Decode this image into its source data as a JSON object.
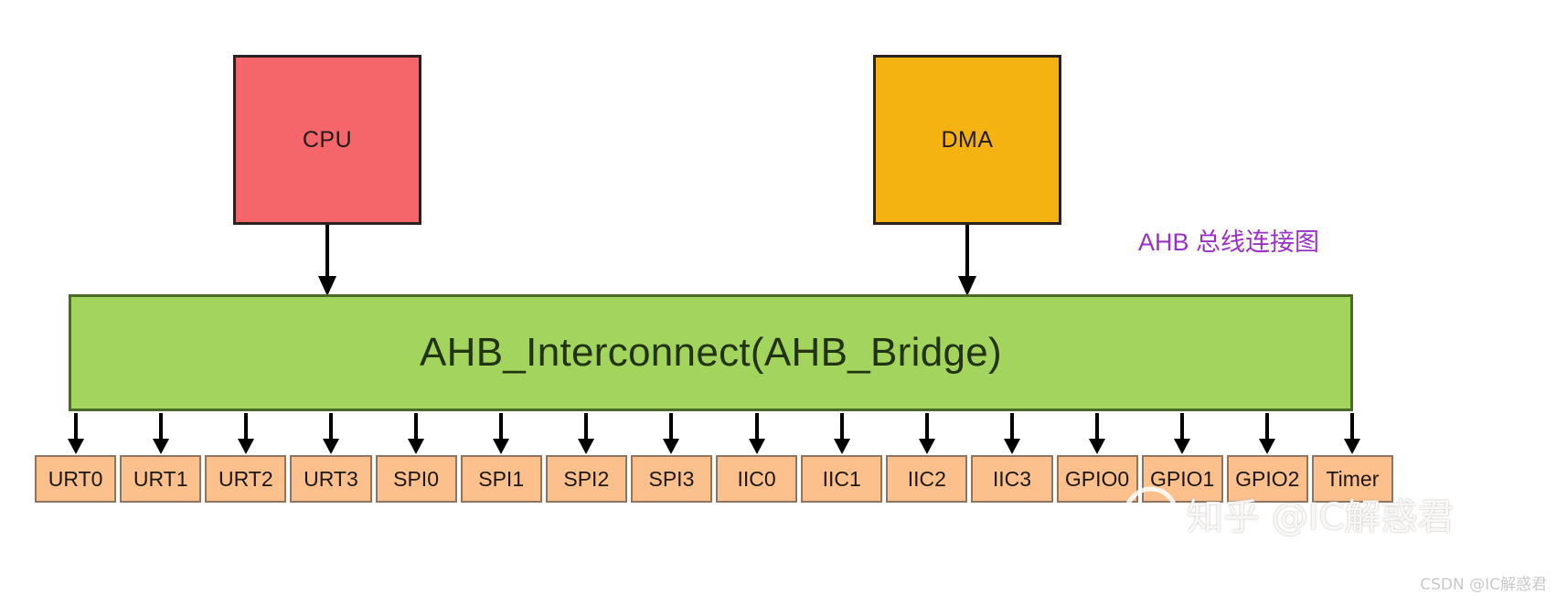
{
  "diagram": {
    "caption": "AHB 总线连接图",
    "caption_color": "#9b30c9",
    "masters": [
      {
        "label": "CPU",
        "color": "#f4666a"
      },
      {
        "label": "DMA",
        "color": "#f5b311"
      }
    ],
    "bus": {
      "label": "AHB_Interconnect(AHB_Bridge)",
      "color": "#a2d45e",
      "border_color": "#4a6a28"
    },
    "peripherals": [
      {
        "label": "URT0"
      },
      {
        "label": "URT1"
      },
      {
        "label": "URT2"
      },
      {
        "label": "URT3"
      },
      {
        "label": "SPI0"
      },
      {
        "label": "SPI1"
      },
      {
        "label": "SPI2"
      },
      {
        "label": "SPI3"
      },
      {
        "label": "IIC0"
      },
      {
        "label": "IIC1"
      },
      {
        "label": "IIC2"
      },
      {
        "label": "IIC3"
      },
      {
        "label": "GPIO0"
      },
      {
        "label": "GPIO1"
      },
      {
        "label": "GPIO2"
      },
      {
        "label": "Timer"
      }
    ],
    "peripheral_color": "#fbc08c",
    "peripheral_border_color": "#8d7561"
  },
  "watermarks": {
    "zhihu": "知乎 @IC解惑君",
    "csdn": "CSDN @IC解惑君"
  }
}
